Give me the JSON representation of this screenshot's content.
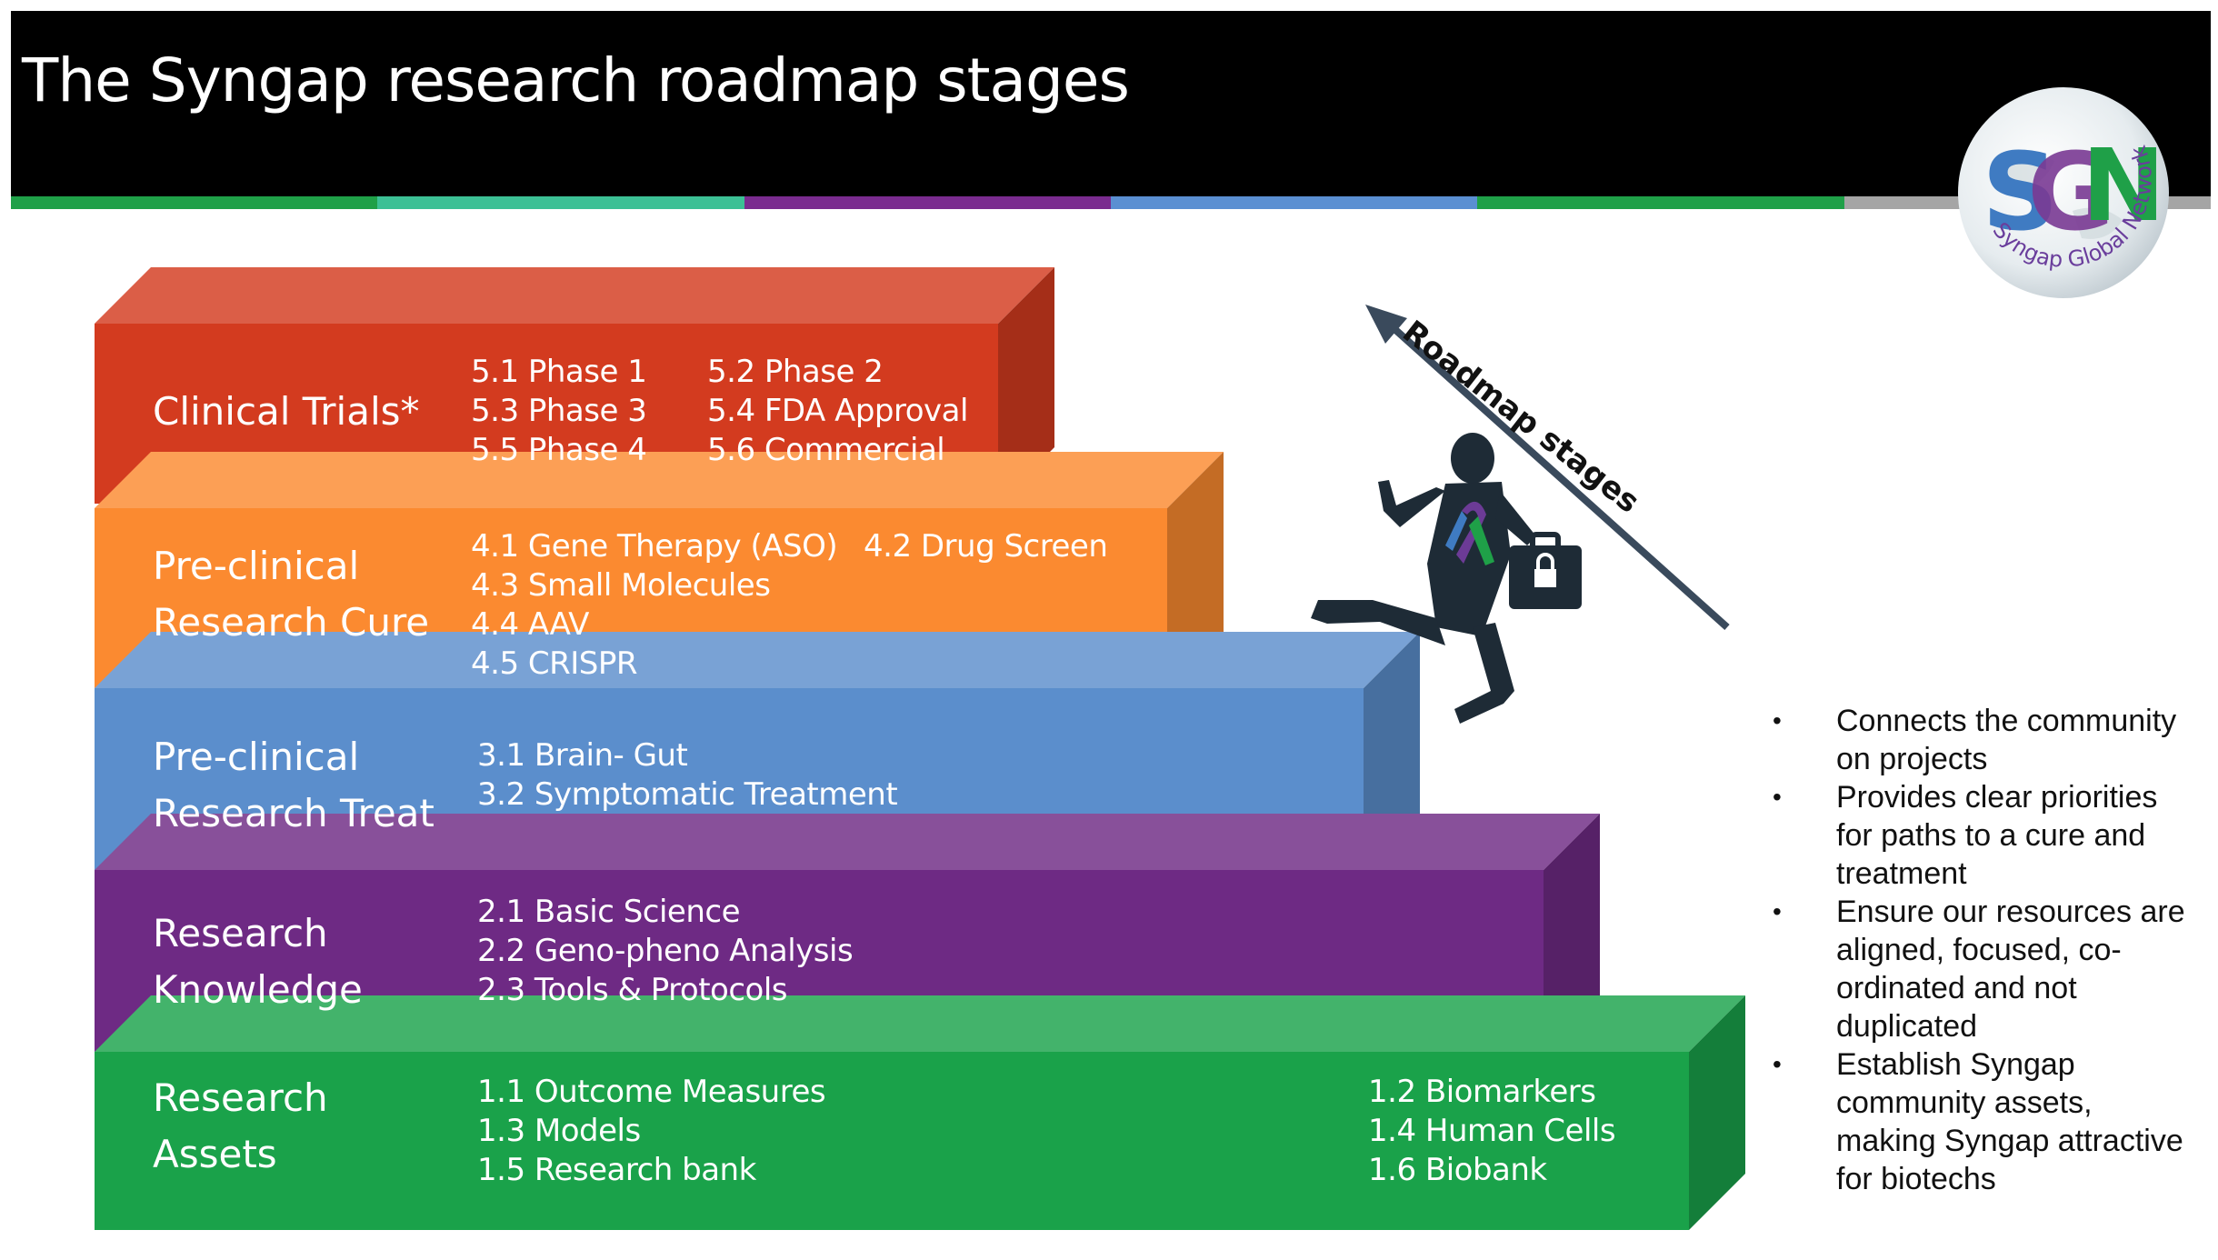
{
  "title": "The Syngap research roadmap stages",
  "colors": {
    "header_bg": "#000000",
    "bar_segments": [
      "#1fa048",
      "#3cc095",
      "#7a2b8f",
      "#5a8fd2",
      "#1fa048",
      "#a5a5a5"
    ],
    "clinical": "#d33b1f",
    "preclinical_cure": "#fb8a30",
    "preclinical_treat": "#5b8ecc",
    "knowledge": "#6e2a84",
    "assets": "#1aa24a"
  },
  "logo": {
    "letters": "SGN",
    "text": "Syngap Global Network"
  },
  "stages": [
    {
      "label_lines": [
        "Clinical Trials*"
      ],
      "cols": [
        [
          "5.1 Phase 1",
          "5.3 Phase 3",
          "5.5 Phase 4"
        ],
        [
          "5.2 Phase 2",
          "5.4 FDA Approval",
          "5.6 Commercial"
        ]
      ]
    },
    {
      "label_lines": [
        "Pre-clinical",
        "Research Cure"
      ],
      "cols": [
        [
          "4.1 Gene Therapy (ASO)",
          "4.3 Small Molecules",
          "4.4 AAV",
          "4.5 CRISPR"
        ],
        [
          "4.2 Drug Screen"
        ]
      ]
    },
    {
      "label_lines": [
        "Pre-clinical",
        "Research Treat"
      ],
      "cols": [
        [
          "3.1 Brain- Gut",
          "3.2 Symptomatic Treatment"
        ]
      ]
    },
    {
      "label_lines": [
        "Research",
        "Knowledge"
      ],
      "cols": [
        [
          "2.1 Basic Science",
          "2.2 Geno-pheno Analysis",
          "2.3 Tools & Protocols"
        ]
      ]
    },
    {
      "label_lines": [
        "Research",
        "Assets"
      ],
      "cols": [
        [
          "1.1 Outcome Measures",
          "1.3 Models",
          "1.5 Research bank"
        ],
        [
          "1.2 Biomarkers",
          "1.4 Human Cells",
          "1.6 Biobank"
        ]
      ]
    }
  ],
  "roadmap_label": "Roadmap stages",
  "icons": {
    "figure": "businessman-climbing-icon",
    "briefcase": "briefcase-lock-icon",
    "ribbon": "awareness-ribbon-icon",
    "arrow": "arrow-up-left-icon"
  },
  "bullets": [
    "Connects the community on projects",
    "Provides clear priorities for paths to a cure and treatment",
    "Ensure our resources are aligned, focused, co-ordinated and not duplicated",
    "Establish Syngap community assets, making Syngap attractive for biotechs"
  ]
}
